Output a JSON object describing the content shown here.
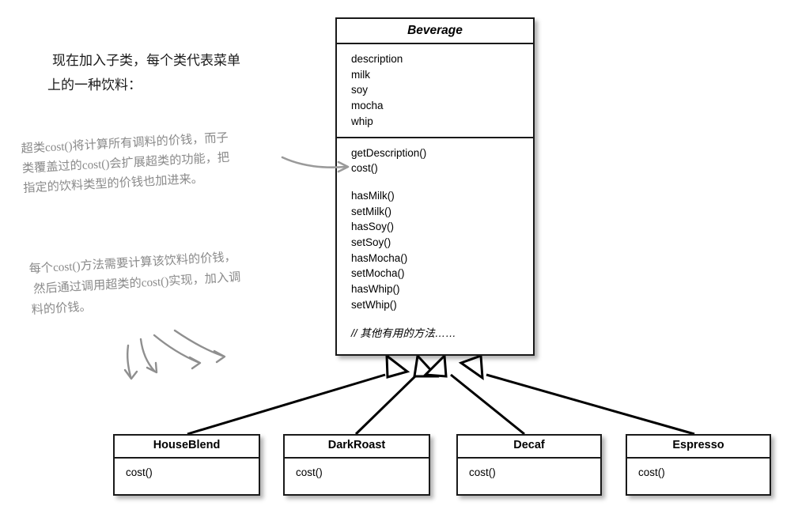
{
  "diagram": {
    "title": "Beverage class hierarchy",
    "colors": {
      "box_border": "#1a1a1a",
      "box_fill": "#ffffff",
      "connector": "#000000",
      "annotation_gray": "#8a8a8a",
      "annotation_dark": "#1a1a1a"
    }
  },
  "superclass": {
    "name": "Beverage",
    "is_abstract": true,
    "attributes": [
      "description",
      "milk",
      "soy",
      "mocha",
      "whip"
    ],
    "methods_primary": [
      "getDescription()",
      "cost()"
    ],
    "methods_accessors": [
      "hasMilk()",
      "setMilk()",
      "hasSoy()",
      "setSoy()",
      "hasMocha()",
      "setMocha()",
      "hasWhip()",
      "setWhip()"
    ],
    "footer_comment": "// 其他有用的方法……"
  },
  "subclasses": [
    {
      "name": "HouseBlend",
      "methods": [
        "cost()"
      ]
    },
    {
      "name": "DarkRoast",
      "methods": [
        "cost()"
      ]
    },
    {
      "name": "Decaf",
      "methods": [
        "cost()"
      ]
    },
    {
      "name": "Espresso",
      "methods": [
        "cost()"
      ]
    }
  ],
  "annotations": {
    "intro": {
      "lines": [
        "现在加入子类，每个类代表菜单",
        "上的一种饮料："
      ]
    },
    "cost_note": {
      "lines": [
        "超类cost()将计算所有调料的价钱，而子",
        "类覆盖过的cost()会扩展超类的功能，把",
        "指定的饮料类型的价钱也加进来。"
      ]
    },
    "method_note": {
      "lines": [
        "每个cost()方法需要计算该饮料的价钱，",
        "然后通过调用超类的cost()实现，加入调",
        "料的价钱。"
      ]
    }
  },
  "icons": {
    "generalization_arrow": "hollow-triangle-arrowhead",
    "leader_arrow": "curved-pointer-arrow",
    "doodle_arrows": "hand-drawn-down-right-arrows"
  }
}
